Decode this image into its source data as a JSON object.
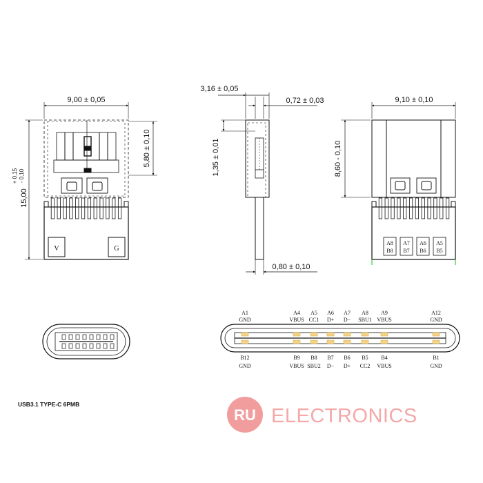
{
  "caption": "USB3.1 TYPE-C 6PMB",
  "logo": {
    "badge": "RU",
    "text": "ELECTRONICS",
    "color": "#f08c8c"
  },
  "front_view": {
    "width_dim": "9,00 ± 0,05",
    "height_dim": "15,00",
    "height_tol_upper": "+ 0,15",
    "height_tol_lower": "- 0,10",
    "inner_dim": "5,80 ± 0,10",
    "label_left": "V",
    "label_right": "G"
  },
  "side_view": {
    "top_dim": "3,16 ± 0,05",
    "right_dim": "0,72 ± 0,03",
    "height_dim": "1,35 ± 0,01",
    "bottom_dim": "0,80 ± 0,10"
  },
  "back_view": {
    "width_dim": "9,10 ± 0,10",
    "height_dim": "8,60 - 0,10",
    "pin_pairs": [
      {
        "top": "A8",
        "bottom": "B8"
      },
      {
        "top": "A7",
        "bottom": "B7"
      },
      {
        "top": "A6",
        "bottom": "B6"
      },
      {
        "top": "A5",
        "bottom": "B5"
      }
    ]
  },
  "pinout": {
    "top": [
      {
        "pin": "A1",
        "signal": "GND"
      },
      {
        "pin": "A4",
        "signal": "VBUS"
      },
      {
        "pin": "A5",
        "signal": "CC1"
      },
      {
        "pin": "A6",
        "signal": "D+"
      },
      {
        "pin": "A7",
        "signal": "D−"
      },
      {
        "pin": "A8",
        "signal": "SBU1"
      },
      {
        "pin": "A9",
        "signal": "VBUS"
      },
      {
        "pin": "A12",
        "signal": "GND"
      }
    ],
    "bottom": [
      {
        "pin": "B12",
        "signal": "GND"
      },
      {
        "pin": "B9",
        "signal": "VBUS"
      },
      {
        "pin": "B8",
        "signal": "SBU2"
      },
      {
        "pin": "B7",
        "signal": "D−"
      },
      {
        "pin": "B6",
        "signal": "D+"
      },
      {
        "pin": "B5",
        "signal": "CC2"
      },
      {
        "pin": "B4",
        "signal": "VBUS"
      },
      {
        "pin": "B1",
        "signal": "GND"
      }
    ]
  }
}
